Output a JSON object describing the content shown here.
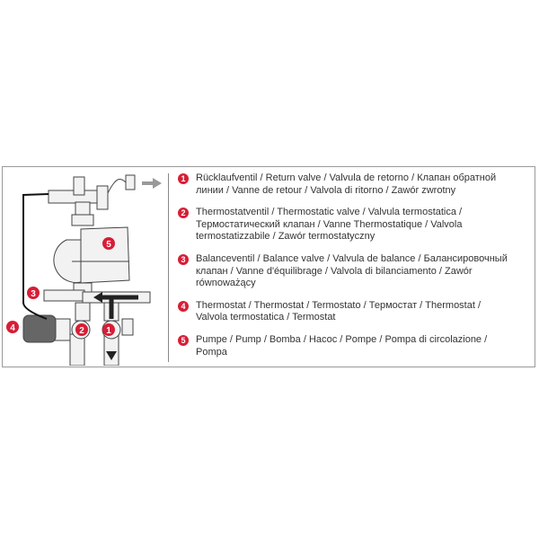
{
  "legend": [
    {
      "number": "1",
      "text": "Rücklaufventil / Return valve / Valvula de retorno / Клапан обратной линии / Vanne de retour / Valvola di ritorno / Zawór zwrotny"
    },
    {
      "number": "2",
      "text": "Thermostatventil / Thermostatic valve / Valvula termostatica / Термостатический клапан / Vanne Thermostatique / Valvola termostatizzabile / Zawór termostatyczny"
    },
    {
      "number": "3",
      "text": "Balanceventil / Balance valve / Valvula de balance / Балансировочный клапан / Vanne d'équilibrage / Valvola di bilanciamento / Zawór równoważący"
    },
    {
      "number": "4",
      "text": "Thermostat / Thermostat / Termostato / Термостат / Thermostat / Valvola termostatica / Termostat"
    },
    {
      "number": "5",
      "text": "Pumpe / Pump / Bomba / Насос / Pompe / Pompa di circolazione / Pompa"
    }
  ],
  "diagram_labels": [
    "1",
    "2",
    "3",
    "4",
    "5"
  ],
  "colors": {
    "badge": "#d71e36",
    "text": "#333333",
    "border": "#9a9a9a"
  }
}
